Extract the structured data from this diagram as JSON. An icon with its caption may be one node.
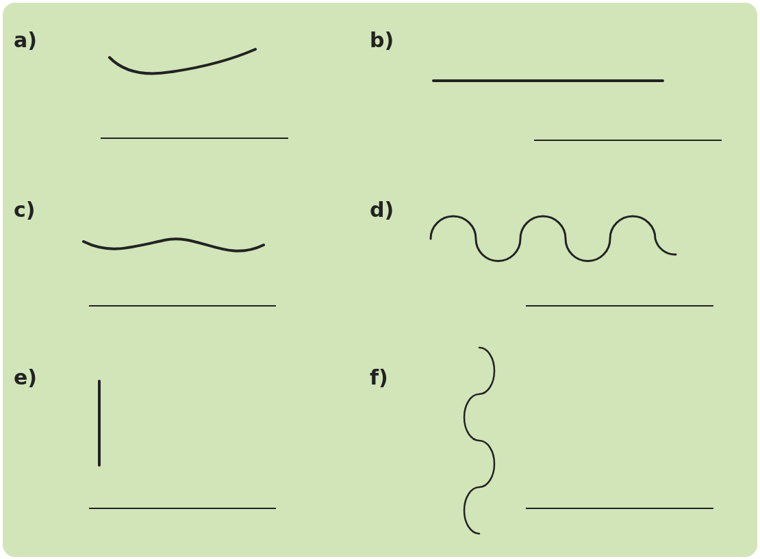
{
  "diagram": {
    "labels": [
      "a)",
      "b)",
      "c)",
      "d)",
      "e)",
      "f)"
    ]
  }
}
